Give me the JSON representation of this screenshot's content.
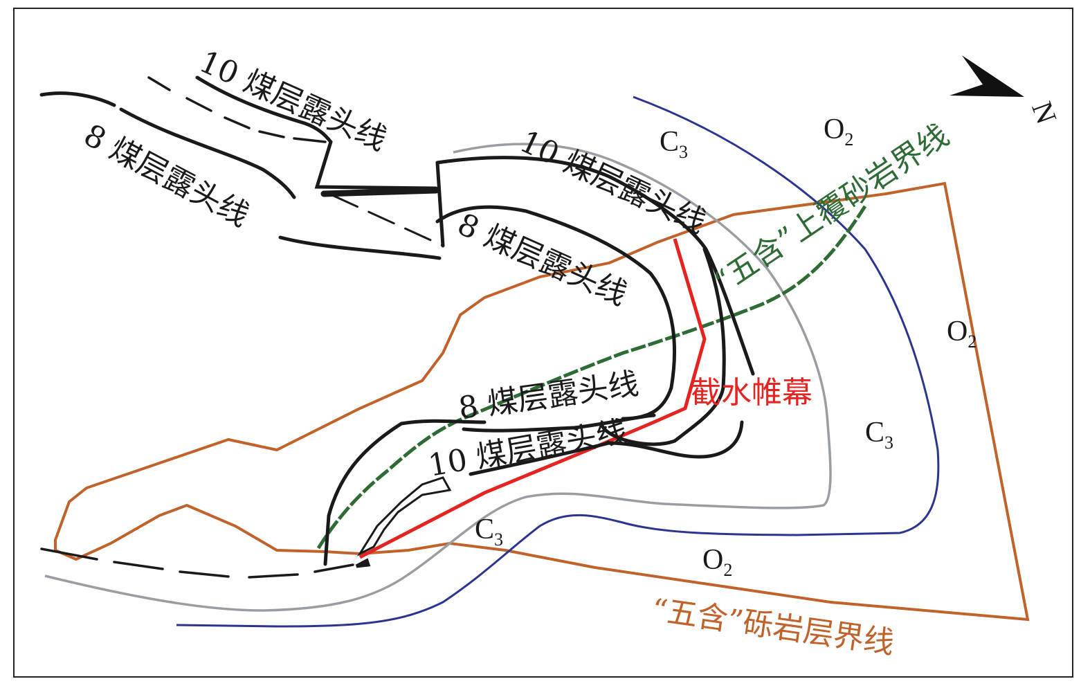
{
  "labels": {
    "coal10_top": "10 煤层露头线",
    "coal8_top": "8 煤层露头线",
    "coal10_mid": "10 煤层露头线",
    "coal8_mid": "8 煤层露头线",
    "coal8_low": "8 煤层露头线",
    "coal10_low": "10 煤层露头线",
    "curtain": "截水帷幕",
    "sandstone_boundary": "“五含”上覆砂岩界线",
    "conglomerate_boundary": "“五含”砾岩层界线"
  },
  "strata": [
    {
      "base": "C",
      "sub": "3"
    },
    {
      "base": "O",
      "sub": "2"
    },
    {
      "base": "O",
      "sub": "2"
    },
    {
      "base": "C",
      "sub": "3"
    },
    {
      "base": "C",
      "sub": "3"
    },
    {
      "base": "O",
      "sub": "2"
    }
  ],
  "north": "N",
  "colors": {
    "coal": "#1a1a1a",
    "conglomerate": "#c0622a",
    "sandstone": "#2e6b35",
    "curtain": "#e52421",
    "o2_line": "#2b3590",
    "c3_line": "#9a9ea4"
  }
}
